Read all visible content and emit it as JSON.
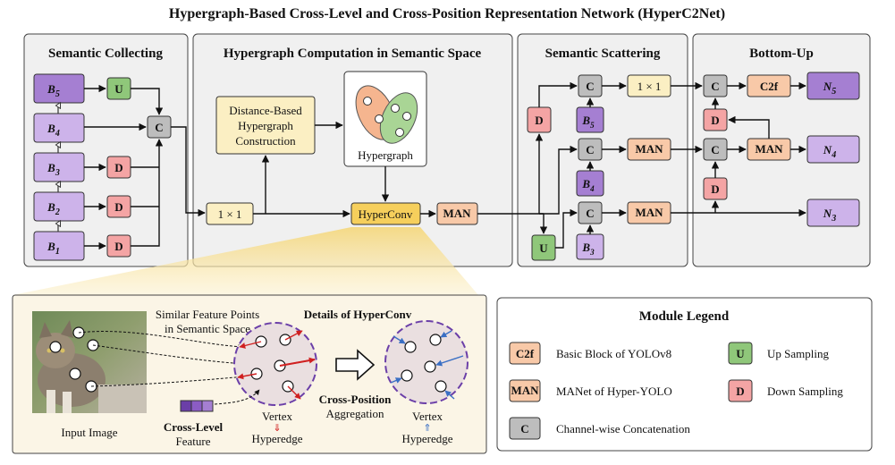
{
  "title": "Hypergraph-Based Cross-Level and Cross-Position Representation Network (HyperC2Net)",
  "panels": {
    "semantic_collecting": "Semantic Collecting",
    "hypergraph_computation": "Hypergraph Computation in Semantic Space",
    "semantic_scattering": "Semantic Scattering",
    "bottom_up": "Bottom-Up"
  },
  "modules": {
    "b": "B",
    "n": "N",
    "up": "U",
    "down": "D",
    "concat": "C",
    "c2f": "C2f",
    "man": "MAN",
    "conv1x1": "1 × 1",
    "hyperconv": "HyperConv",
    "distance_line1": "Distance-Based",
    "distance_line2": "Hypergraph",
    "distance_line3": "Construction",
    "hypergraph": "Hypergraph"
  },
  "subscripts": {
    "s1": "1",
    "s2": "2",
    "s3": "3",
    "s4": "4",
    "s5": "5"
  },
  "details": {
    "title": "Details of HyperConv",
    "similar_line1": "Similar Feature Points",
    "similar_line2": "in Semantic Space",
    "input_image": "Input Image",
    "cross_level_line1": "Cross-Level",
    "cross_level_line2": "Feature",
    "vertex": "Vertex",
    "hyperedge": "Hyperedge",
    "down_arrow": "⇓",
    "up_arrow": "⇑",
    "cross_position_line1": "Cross-Position",
    "cross_position_line2": "Aggregation"
  },
  "legend": {
    "title": "Module Legend",
    "items": [
      {
        "symbol": "C2f",
        "label": "Basic Block of YOLOv8",
        "color": "#f8c9a8"
      },
      {
        "symbol": "U",
        "label": "Up Sampling",
        "color": "#8fc77a"
      },
      {
        "symbol": "MAN",
        "label": "MANet of Hyper-YOLO",
        "color": "#f8c9a8"
      },
      {
        "symbol": "D",
        "label": "Down Sampling",
        "color": "#f4a4a4"
      },
      {
        "symbol": "C",
        "label": "Channel-wise Concatenation",
        "color": "#bdbdbd"
      }
    ]
  },
  "colors": {
    "purple_dark": "#a57fd2",
    "purple_light": "#cdb3ea",
    "green": "#8fc77a",
    "red": "#f4a4a4",
    "gray": "#bdbdbd",
    "orange": "#f8c9a8",
    "yellow": "#fbefc3",
    "details_bg": "#fbf5e6"
  }
}
